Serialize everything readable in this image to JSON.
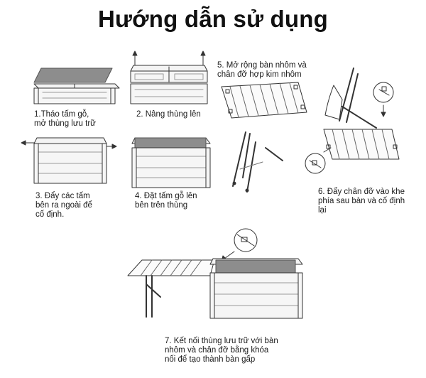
{
  "title": "Hướng dẫn sử dụng",
  "steps": [
    {
      "lines": [
        "1.Tháo tấm gỗ,",
        "mở thùng lưu trữ"
      ]
    },
    {
      "lines": [
        "2. Nâng thùng lên"
      ]
    },
    {
      "lines": [
        "3. Đẩy các tấm",
        "bên ra ngoài để",
        "cố định."
      ]
    },
    {
      "lines": [
        "4. Đặt tấm gỗ lên",
        "bên trên thùng"
      ]
    },
    {
      "lines": [
        "5. Mở rộng bàn nhôm và",
        "chân đỡ hợp kim nhôm"
      ]
    },
    {
      "lines": [
        "6. Đẩy chân đỡ vào khe",
        "phía sau bàn và cố định",
        "lại"
      ]
    },
    {
      "lines": [
        "7. Kết nối thùng lưu trữ với bàn",
        "nhôm và chân đỡ bằng khóa",
        "nối để tạo thành bàn gấp"
      ]
    }
  ]
}
